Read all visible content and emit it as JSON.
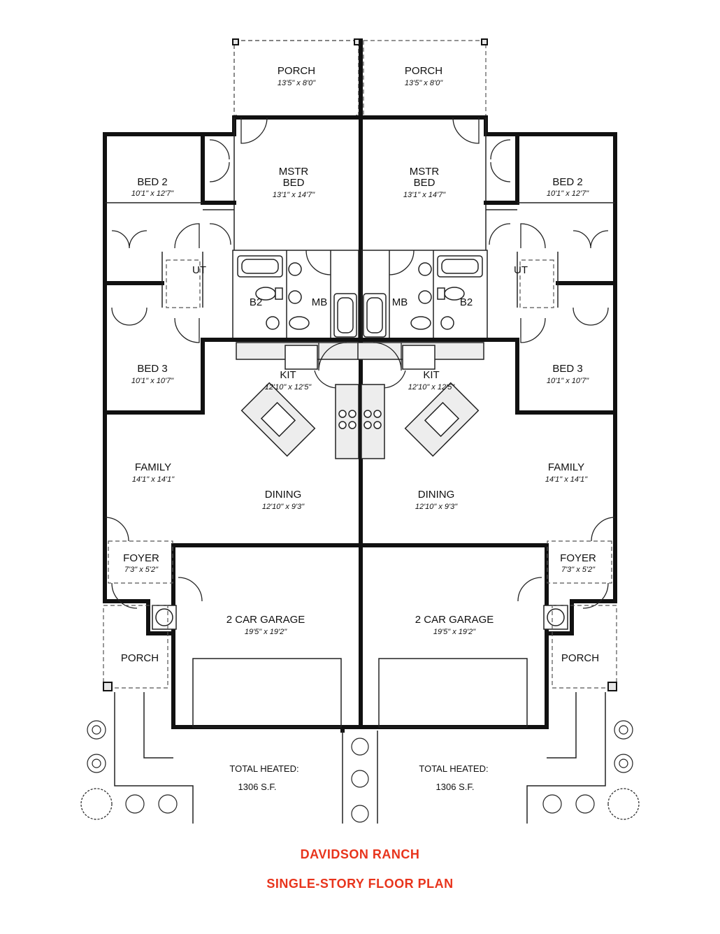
{
  "colors": {
    "wall": "#111111",
    "title": "#e8341c",
    "slab": "#e6e6e6"
  },
  "rooms": {
    "porch_rear_left": {
      "name": "PORCH",
      "dim": "13'5\" x 8'0\""
    },
    "porch_rear_right": {
      "name": "PORCH",
      "dim": "13'5\" x 8'0\""
    },
    "mstr_left": {
      "name1": "MSTR",
      "name2": "BED",
      "dim": "13'1\" x 14'7\""
    },
    "mstr_right": {
      "name1": "MSTR",
      "name2": "BED",
      "dim": "13'1\" x 14'7\""
    },
    "bed2_left": {
      "name": "BED 2",
      "dim": "10'1\" x 12'7\""
    },
    "bed2_right": {
      "name": "BED 2",
      "dim": "10'1\" x 12'7\""
    },
    "bed3_left": {
      "name": "BED 3",
      "dim": "10'1\" x 10'7\""
    },
    "bed3_right": {
      "name": "BED 3",
      "dim": "10'1\" x 10'7\""
    },
    "ut_left": "UT",
    "ut_right": "UT",
    "b2_left": "B2",
    "b2_right": "B2",
    "mb_left": "MB",
    "mb_right": "MB",
    "kit_left": {
      "name": "KIT",
      "dim": "12'10\" x 12'5\""
    },
    "kit_right": {
      "name": "KIT",
      "dim": "12'10\" x 12'5\""
    },
    "family_left": {
      "name": "FAMILY",
      "dim": "14'1\" x 14'1\""
    },
    "family_right": {
      "name": "FAMILY",
      "dim": "14'1\" x 14'1\""
    },
    "dining_left": {
      "name": "DINING",
      "dim": "12'10\" x 9'3\""
    },
    "dining_right": {
      "name": "DINING",
      "dim": "12'10\" x 9'3\""
    },
    "foyer_left": {
      "name": "FOYER",
      "dim": "7'3\" x 5'2\""
    },
    "foyer_right": {
      "name": "FOYER",
      "dim": "7'3\" x 5'2\""
    },
    "garage_left": {
      "name": "2 CAR GARAGE",
      "dim": "19'5\" x 19'2\""
    },
    "garage_right": {
      "name": "2 CAR GARAGE",
      "dim": "19'5\" x 19'2\""
    },
    "porch_front_left": "PORCH",
    "porch_front_right": "PORCH"
  },
  "totals": {
    "left": {
      "label": "TOTAL HEATED:",
      "value": "1306 S.F."
    },
    "right": {
      "label": "TOTAL HEATED:",
      "value": "1306 S.F."
    }
  },
  "footer": {
    "title": "DAVIDSON RANCH",
    "subtitle": "SINGLE-STORY FLOOR PLAN"
  }
}
